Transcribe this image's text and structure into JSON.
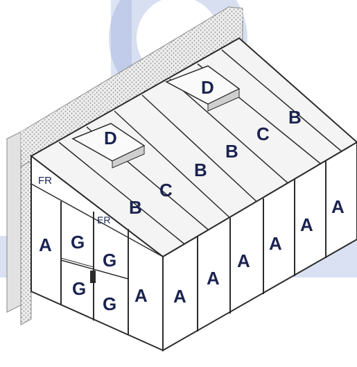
{
  "watermark": {
    "color": "#8ca3d6",
    "band_color": "#b9c8ea"
  },
  "colors": {
    "frame": "#2b2b2b",
    "wall": "#d9d9d9",
    "brick_dot": "#9a9a9a",
    "glass": "#ffffff",
    "roof_glass": "#f4f4f4",
    "text": "#1a2350"
  },
  "labels": {
    "roof": {
      "d_back": "D",
      "d_front": "D",
      "b_a": "B",
      "c_a": "C",
      "b_b": "B",
      "c_b": "C",
      "b_c": "B",
      "b_d": "B"
    },
    "front": {
      "fr": "FR",
      "er": "ER",
      "a_left": "A",
      "g1": "G",
      "g2": "G",
      "g3": "G",
      "g4": "G",
      "a_door": "A"
    },
    "side": {
      "a1": "A",
      "a2": "A",
      "a3": "A",
      "a4": "A",
      "a5": "A",
      "a6": "A"
    }
  }
}
